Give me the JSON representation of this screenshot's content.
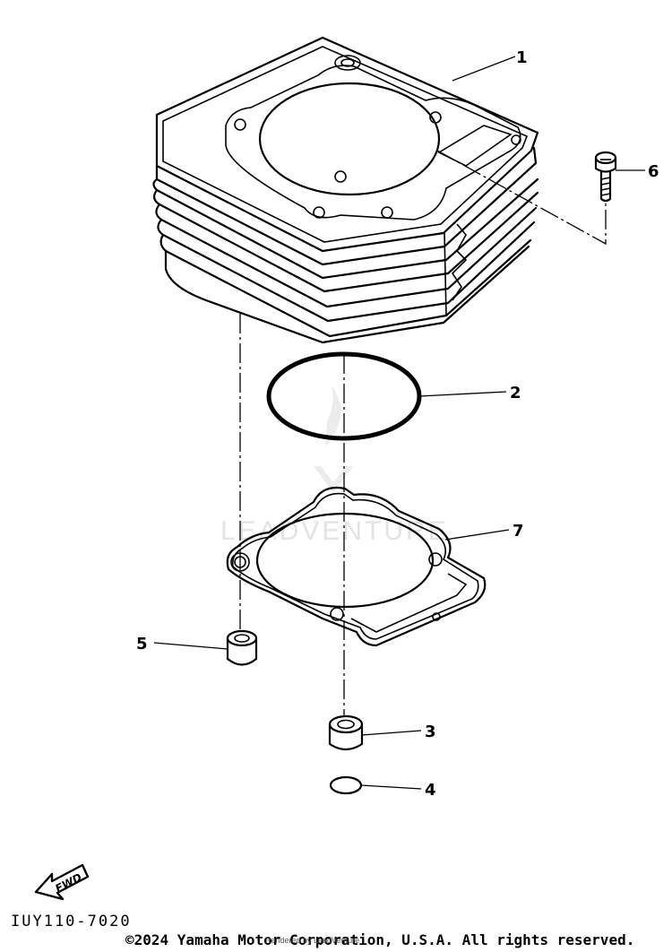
{
  "watermark": "LEADVENTURE",
  "fwd_label": "FWD",
  "diagram_code": "IUY110-7020",
  "copyright": "©2024 Yamaha Motor Corporation, U.S.A. All rights reserved.",
  "rendered_by": "Rendered by LeadVenture",
  "callouts": {
    "p1": "1",
    "p2": "2",
    "p3": "3",
    "p4": "4",
    "p5": "5",
    "p6": "6",
    "p7": "7"
  }
}
